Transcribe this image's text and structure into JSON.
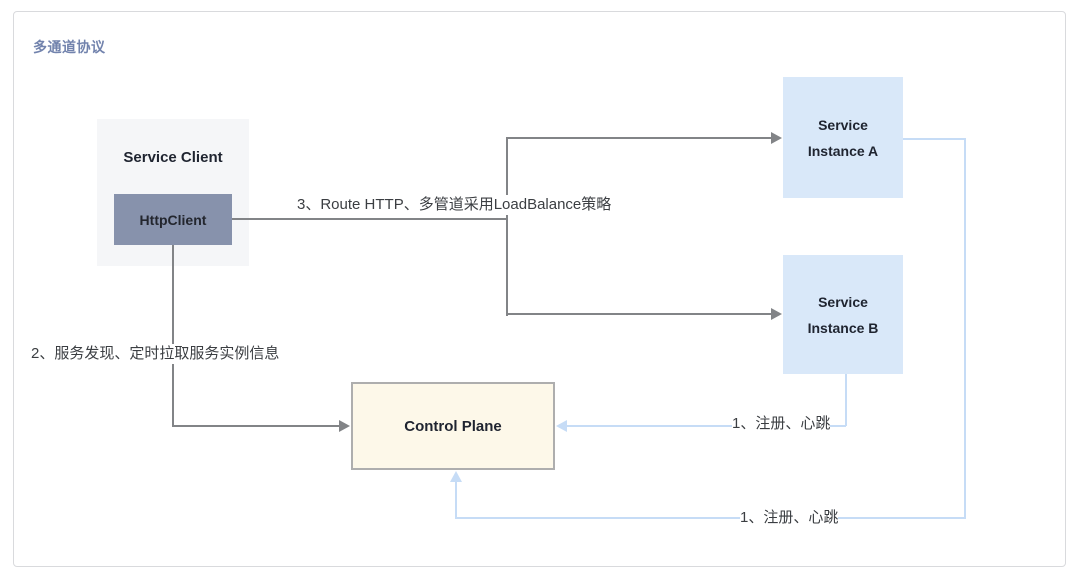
{
  "title": "多通道协议",
  "nodes": {
    "service_client": "Service Client",
    "http_client": "HttpClient",
    "instance_a_line1": "Service",
    "instance_a_line2": "Instance A",
    "instance_b_line1": "Service",
    "instance_b_line2": "Instance B",
    "control_plane": "Control Plane"
  },
  "edges": {
    "route": "3、Route HTTP、多管道采用LoadBalance策略",
    "discovery": "2、服务发现、定时拉取服务实例信息",
    "register_b": "1、注册、心跳",
    "register_a": "1、注册、心跳"
  },
  "colors": {
    "title_text": "#7283ad",
    "service_client_bg": "#f5f6f8",
    "http_client_bg": "#8792ac",
    "instance_bg": "#d9e8f9",
    "control_plane_bg": "#fdf8e9",
    "control_plane_border": "#aeaeae",
    "edge_gray": "#828487",
    "edge_blue": "#c6dcf6",
    "label_text": "#3b3e42",
    "canvas_border": "#d9dadd"
  }
}
